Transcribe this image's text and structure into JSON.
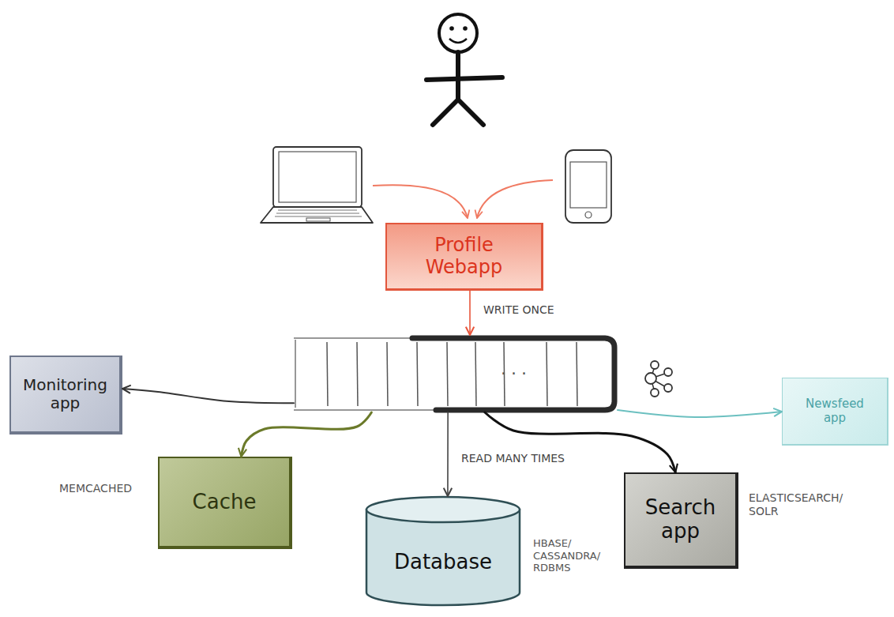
{
  "diagram": {
    "nodes": [
      {
        "text": [
          "Profile Webapp"
        ]
      },
      {
        "text": [
          "..."
        ]
      },
      {
        "text": [
          "Monitoring app"
        ]
      },
      {
        "text": [
          "Newsfeed app"
        ]
      },
      {
        "text": [
          "Cache"
        ]
      },
      {
        "text": [
          "Search app"
        ]
      },
      {
        "text": [
          "Database"
        ]
      }
    ],
    "edges": [
      {
        "from": 0,
        "to": 1,
        "arrow": "to",
        "label": "WRITE ONCE"
      },
      {
        "from": 1,
        "to": 2,
        "arrow": "to"
      },
      {
        "from": 1,
        "to": 4,
        "arrow": "to"
      },
      {
        "from": 1,
        "to": 6,
        "arrow": "to",
        "label": "READ MANY TIMES"
      },
      {
        "from": 1,
        "to": 5,
        "arrow": "to"
      },
      {
        "from": 1,
        "to": 3,
        "arrow": "to"
      }
    ],
    "labels": [
      "MEMCACHED",
      "HBASE/ CASSANDRA/ RDBMS",
      "ELASTICSEARCH/ SOLR"
    ]
  }
}
